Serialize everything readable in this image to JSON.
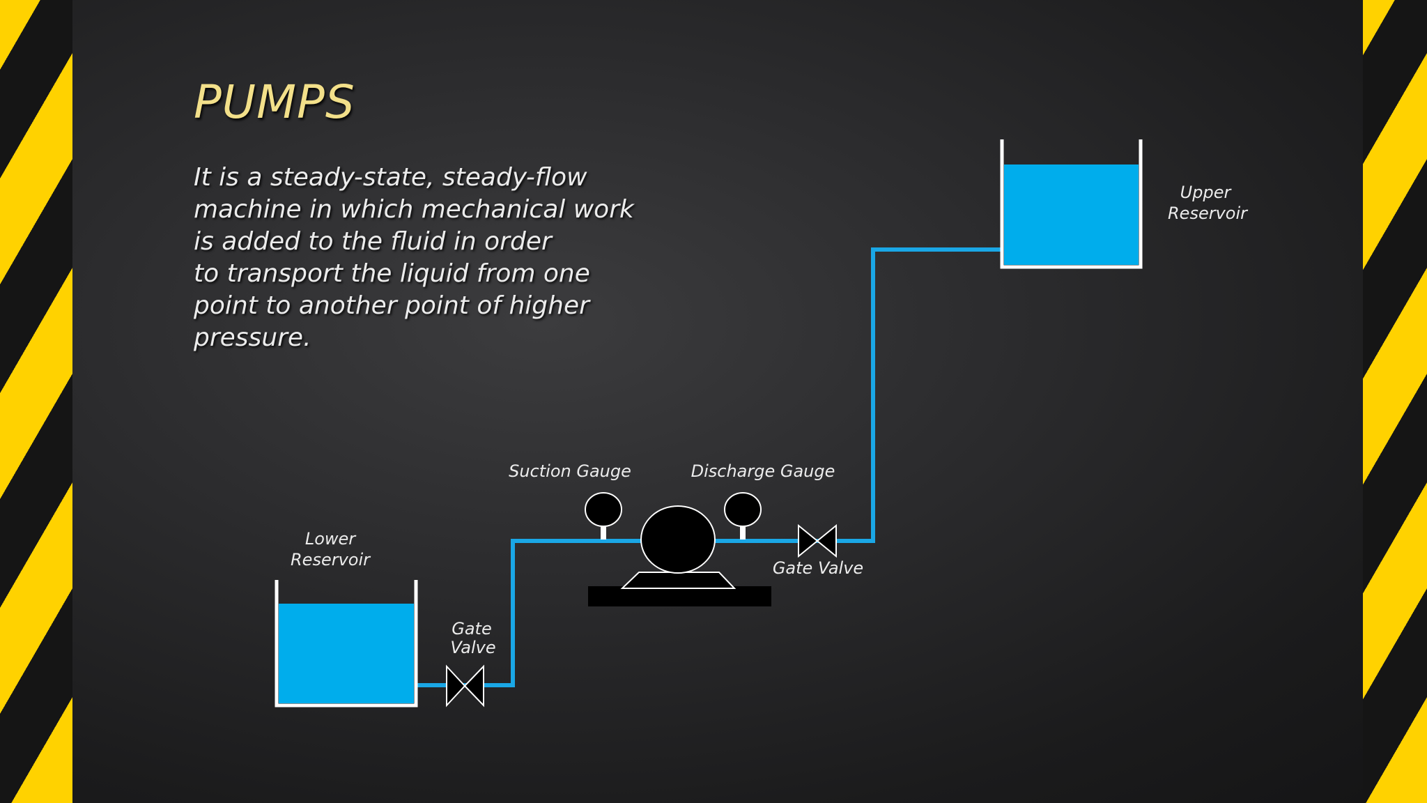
{
  "slide": {
    "title": "PUMPS",
    "description_lines": [
      "It is a steady-state, steady-flow",
      "machine in which mechanical work",
      "is added to the fluid in order",
      "to transport the liquid from one",
      "point to another point of higher",
      "pressure."
    ]
  },
  "diagram": {
    "labels": {
      "upper_reservoir": [
        "Upper",
        "Reservoir"
      ],
      "lower_reservoir": [
        "Lower",
        "Reservoir"
      ],
      "suction_gauge": "Suction Gauge",
      "discharge_gauge": "Discharge Gauge",
      "gate_valve_discharge": "Gate Valve",
      "gate_valve_suction": [
        "Gate",
        "Valve"
      ]
    },
    "colors": {
      "water": "#00adec",
      "pipe": "#1aa7e6",
      "stripe_yellow": "#ffd200",
      "title": "#f3e08a"
    }
  }
}
